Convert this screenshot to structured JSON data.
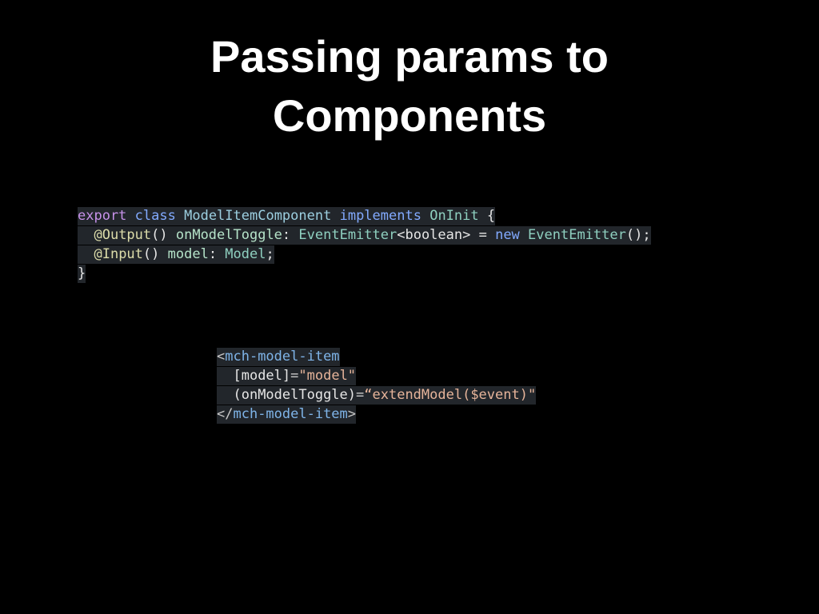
{
  "slide": {
    "title_line1": "Passing params to",
    "title_line2": "Components"
  },
  "ts_code": {
    "line1": {
      "t1": "export",
      "t2": " ",
      "t3": "class",
      "t4": " ",
      "t5": "ModelItemComponent",
      "t6": " ",
      "t7": "implements",
      "t8": " ",
      "t9": "OnInit",
      "t10": " {"
    },
    "line2": {
      "t1": "  ",
      "t2": "@Output",
      "t3": "() ",
      "t4": "onModelToggle",
      "t5": ": ",
      "t6": "EventEmitter",
      "t7": "<boolean>",
      "t8": " = ",
      "t9": "new",
      "t10": " ",
      "t11": "EventEmitter",
      "t12": "();"
    },
    "line3": {
      "t1": "  ",
      "t2": "@Input",
      "t3": "() ",
      "t4": "model",
      "t5": ": ",
      "t6": "Model",
      "t7": ";"
    },
    "line4": {
      "t1": "}"
    }
  },
  "html_code": {
    "line1": {
      "t1": "<",
      "t2": "mch-model-item"
    },
    "line2": {
      "t1": "  ",
      "t2": "[model]",
      "t3": "=",
      "t4": "\"model\""
    },
    "line3": {
      "t1": "  ",
      "t2": "(onModelToggle)",
      "t3": "=",
      "t4": "“extendModel($event)\""
    },
    "line4": {
      "t1": "</",
      "t2": "mch-model-item",
      "t3": ">"
    }
  }
}
